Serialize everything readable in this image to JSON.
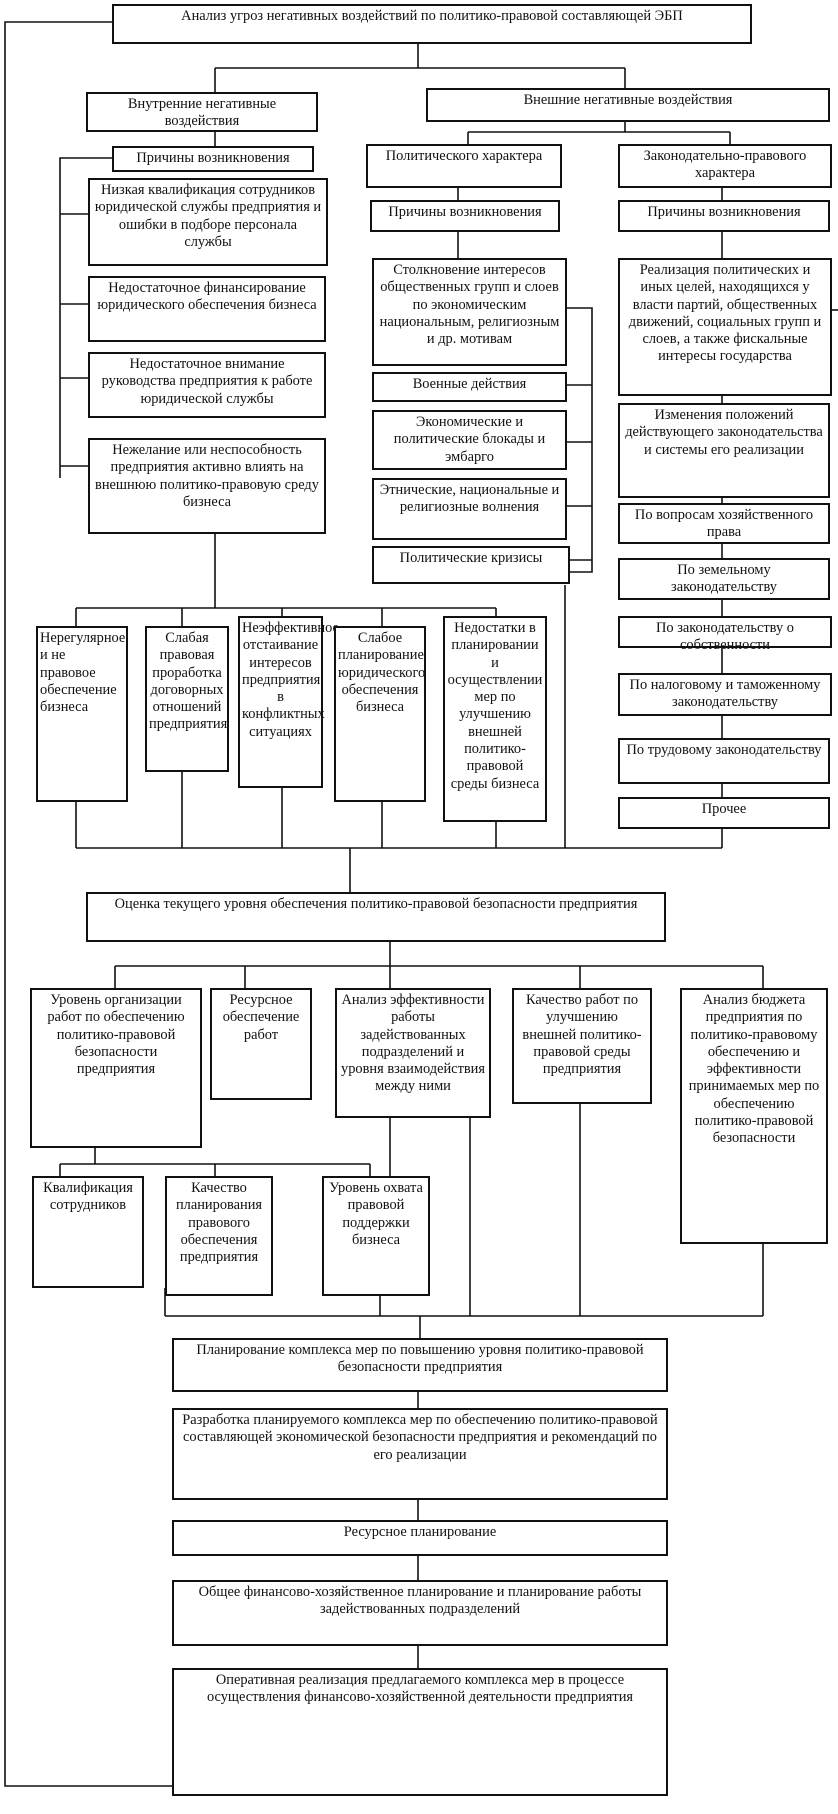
{
  "diagram": {
    "top": {
      "title": "Анализ угроз негативных воздействий по политико-правовой составляющей ЭБП"
    },
    "internal": {
      "title": "Внутренние негативные воздействия",
      "causes_header": "Причины возникновения",
      "causes": [
        "Низкая квалификация сотрудников юридической службы предприятия и ошибки в подборе персонала службы",
        "Недостаточное финансирование юридического обеспечения бизнеса",
        "Недостаточное внимание руководства предприятия к работе юридической службы",
        "Нежелание или неспособность предприятия активно влиять на внешнюю политико-правовую среду бизнеса"
      ]
    },
    "external": {
      "title": "Внешние негативные воздействия",
      "political": {
        "title": "Политического характера",
        "causes_header": "Причины возникновения",
        "causes": [
          "Столкновение интересов общественных групп и слоев по экономическим национальным, религиозным и др. мотивам",
          "Военные действия",
          "Экономические и политические блокады и эмбарго",
          "Этнические, национальные и религиозные волнения",
          "Политические кризисы"
        ]
      },
      "legal": {
        "title": "Законодательно-правового характера",
        "causes_header": "Причины возникновения",
        "causes": [
          "Реализация политических и иных целей, находящихся у власти партий, общественных движений, социальных групп и слоев, а также фискальные интересы государства",
          "Изменения положений действующего законодательства и системы его реализации",
          "По вопросам хозяйственного права",
          "По земельному законодательству",
          "По законодательству о собственности",
          "По налоговому и таможенному законодательству",
          "По трудовому законодательству",
          "Прочее"
        ]
      }
    },
    "consequences": [
      "Нерегулярное и не правовое обеспечение бизнеса",
      "Слабая правовая проработка договорных отношений предприятия",
      "Неэффективное отстаивание интересов предприятия в конфликтных ситуациях",
      "Слабое планирование юридического обеспечения бизнеса",
      "Недостатки в планировании и осуществлении мер по улучшению внешней политико-правовой среды бизнеса"
    ],
    "assessment": {
      "title": "Оценка текущего уровня обеспечения политико-правовой безопасности предприятия",
      "criteria": [
        "Уровень организации работ по обеспечению политико-правовой безопасности предприятия",
        "Ресурсное обеспечение работ",
        "Анализ эффективности работы задействованных подразделений и уровня взаимодействия между ними",
        "Качество работ по улучшению внешней политико-правовой среды предприятия",
        "Анализ бюджета предприятия по политико-правовому обеспечению и эффективности принимаемых мер по обеспечению политико-правовой безопасности"
      ],
      "sub_criteria": [
        "Квалификация сотрудников",
        "Качество планирования правового обеспечения предприятия",
        "Уровень охвата правовой поддержки бизнеса"
      ]
    },
    "planning_steps": [
      "Планирование комплекса мер по повышению уровня политико-правовой безопасности предприятия",
      "Разработка планируемого комплекса мер по обеспечению политико-правовой составляющей экономической безопасности предприятия и рекомендаций по его реализации",
      "Ресурсное планирование",
      "Общее финансово-хозяйственное планирование и планирование работы задействованных подразделений",
      "Оперативная реализация предлагаемого комплекса мер в процессе осуществления финансово-хозяйственной деятельности предприятия"
    ]
  }
}
